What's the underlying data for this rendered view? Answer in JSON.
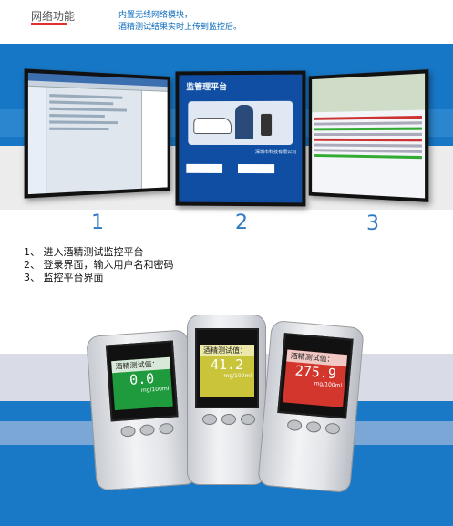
{
  "header": {
    "title": "网络功能",
    "description_line1": "内置无线网络模块，",
    "description_line2": "酒精测试结果实时上传到监控后。"
  },
  "screens": [
    {
      "number": "1"
    },
    {
      "number": "2",
      "title": "监管理平台",
      "company": "深圳市科技有限公司"
    },
    {
      "number": "3"
    }
  ],
  "steps": [
    {
      "index": "1、",
      "text": "进入酒精测试监控平台"
    },
    {
      "index": "2、",
      "text": "登录界面，输入用户名和密码"
    },
    {
      "index": "3、",
      "text": "监控平台界面"
    }
  ],
  "devices": [
    {
      "label": "酒精测试值：",
      "value": "0.0",
      "unit": "mg/100ml",
      "color": "#1f9a3c"
    },
    {
      "label": "酒精测试值：",
      "value": "41.2",
      "unit": "mg/100ml",
      "color": "#c9c43a"
    },
    {
      "label": "酒精测试值：",
      "value": "275.9",
      "unit": "mg/100ml",
      "color": "#d2362c"
    }
  ],
  "colors": {
    "accent": "#1677c6",
    "header_text": "#0a6bbd",
    "underline": "#e0302e"
  }
}
